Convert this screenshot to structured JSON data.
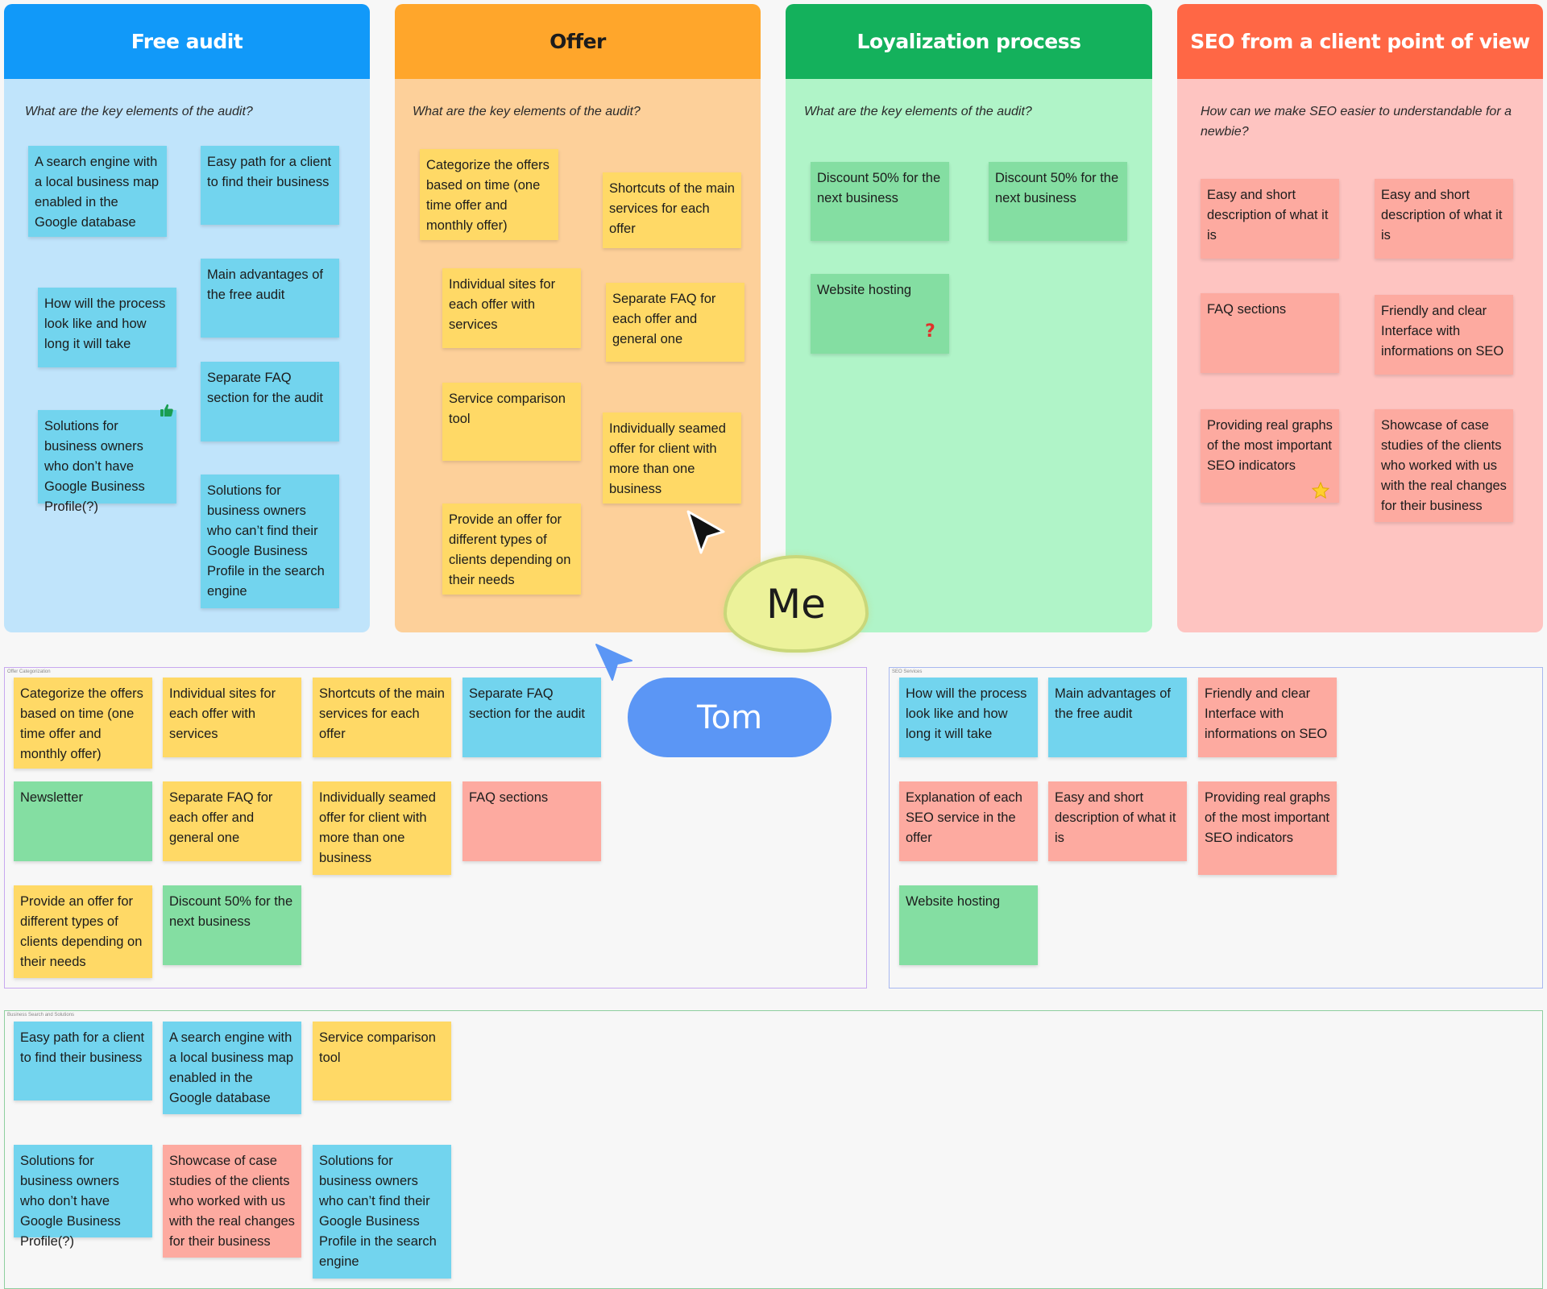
{
  "columns": [
    {
      "title": "Free audit",
      "prompt": "What are the key elements of the audit?",
      "header_color": "#1199f9",
      "body_color": "#c0e4fb",
      "title_color": "#ffffff"
    },
    {
      "title": "Offer",
      "prompt": "What are the key elements of the audit?",
      "header_color": "#ffa62b",
      "body_color": "#fdd09a",
      "title_color": "#1c1c1c"
    },
    {
      "title": "Loyalization process",
      "prompt": "What are the key elements of the audit?",
      "header_color": "#14b15c",
      "body_color": "#b0f4c8",
      "title_color": "#ffffff"
    },
    {
      "title": "SEO from a client point of view",
      "prompt": "How can we make SEO easier to understandable for a newbie?",
      "header_color": "#ff6745",
      "body_color": "#fec4c1",
      "title_color": "#ffffff"
    }
  ],
  "notes": {
    "fa_search_engine": "A search engine with a local business map enabled in the Google database",
    "fa_easy_path": "Easy path for a client to find their business",
    "fa_main_adv": "Main advantages of the free audit",
    "fa_process": "How will the process look like and how long it will take",
    "fa_faq": "Separate FAQ section for the audit",
    "fa_no_profile": "Solutions for business owners who don’t have Google Business Profile(?)",
    "fa_cant_find": "Solutions for business owners who can’t find their Google Business Profile in the search engine",
    "of_categorize": "Categorize the offers based on time (one time offer and monthly offer)",
    "of_shortcuts": "Shortcuts of the main services for each offer",
    "of_sites": "Individual sites for each offer with services",
    "of_faq": "Separate FAQ for each offer and general one",
    "of_compare": "Service comparison tool",
    "of_seamed": "Individually seamed offer for client with more than one business",
    "of_types": "Provide an offer for different types of clients depending on their needs",
    "lo_discount1": "Discount 50% for the next business",
    "lo_discount2": "Discount 50% for the next business",
    "lo_hosting": "Website hosting",
    "seo_easy1": "Easy and short description of what it is",
    "seo_easy2": "Easy and short description of what it is",
    "seo_faq": "FAQ sections",
    "seo_interface": "Friendly and clear Interface with informations on SEO",
    "seo_graphs": "Providing real graphs of the most important SEO indicators",
    "seo_showcase": "Showcase of case studies of the clients who worked with us with the real changes for their business"
  },
  "frames": {
    "offer_cat_label": "Offer Categorization",
    "seo_services_label": "SEO Services",
    "business_label": "Business Search and Solutions"
  },
  "frame1_notes": [
    "Categorize the offers based on time (one time offer and monthly offer)",
    "Individual sites for each offer with services",
    "Shortcuts of the main services for each offer",
    "Separate FAQ section for the audit",
    "Newsletter",
    "Separate FAQ for each offer and general one",
    "Individually seamed offer for client with more than one business",
    "FAQ sections",
    "Provide an offer for different types of clients depending on their needs",
    "Discount 50% for the next business"
  ],
  "frame2_notes": [
    "How will the process look like and how long it will take",
    "Main advantages of the free audit",
    "Friendly and clear Interface with informations on SEO",
    "Explanation of each SEO service in the offer",
    "Easy and short description of what it is",
    "Providing real graphs of the most important SEO indicators",
    "Website hosting"
  ],
  "frame3_notes": [
    "Easy path for a client to find their business",
    "A search engine with a local business map enabled in the Google database",
    "Service comparison tool",
    "Solutions for business owners who don’t have Google Business Profile(?)",
    "Showcase of case studies of the clients who worked with us with the real changes for their business",
    "Solutions for business owners who can’t find their Google Business Profile in the search engine"
  ],
  "cursors": {
    "me": "Me",
    "tom": "Tom"
  },
  "badges": {
    "question": "?"
  },
  "colors": {
    "blue_note": "#72d4ee",
    "yellow_note": "#ffd966",
    "green_note": "#84dea2",
    "red_note": "#fdaaa0",
    "frame1_border": "#c8a8f0",
    "frame2_border": "#a8b8f0",
    "frame3_border": "#8fcf9f",
    "tom_color": "#5b96f5",
    "me_color": "#ecf29a"
  },
  "icons": [
    "thumbs-up-icon",
    "question-mark-icon",
    "star-icon",
    "arrow-cursor-icon"
  ]
}
